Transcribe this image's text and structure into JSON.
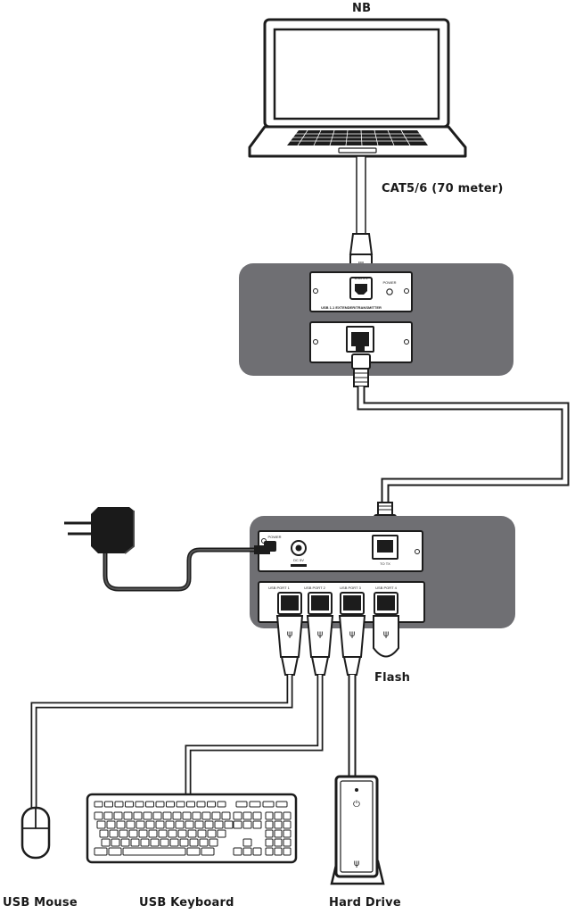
{
  "labels": {
    "notebook": "NB",
    "cable": "CAT5/6 (70 meter)",
    "flash": "Flash",
    "usb_mouse": "USB Mouse",
    "usb_keyboard": "USB Keyboard",
    "hard_drive": "Hard Drive"
  },
  "transmitter": {
    "port_label": "USB 1.1",
    "power_label": "POWER",
    "unit_label": "USB 1.1 EXTENDER/TRANSMITTER",
    "rj45_label": ""
  },
  "receiver": {
    "power_label": "POWER",
    "dc_label": "DC 5V",
    "rj45_label": "TO TX",
    "usb_ports": [
      "USB PORT 1",
      "USB PORT 2",
      "USB PORT 3",
      "USB PORT 4"
    ]
  },
  "colors": {
    "panel_bg": "#6f6f73",
    "device_face": "#ffffff",
    "line": "#1c1c1c",
    "cable_fill": "#ffffff"
  }
}
